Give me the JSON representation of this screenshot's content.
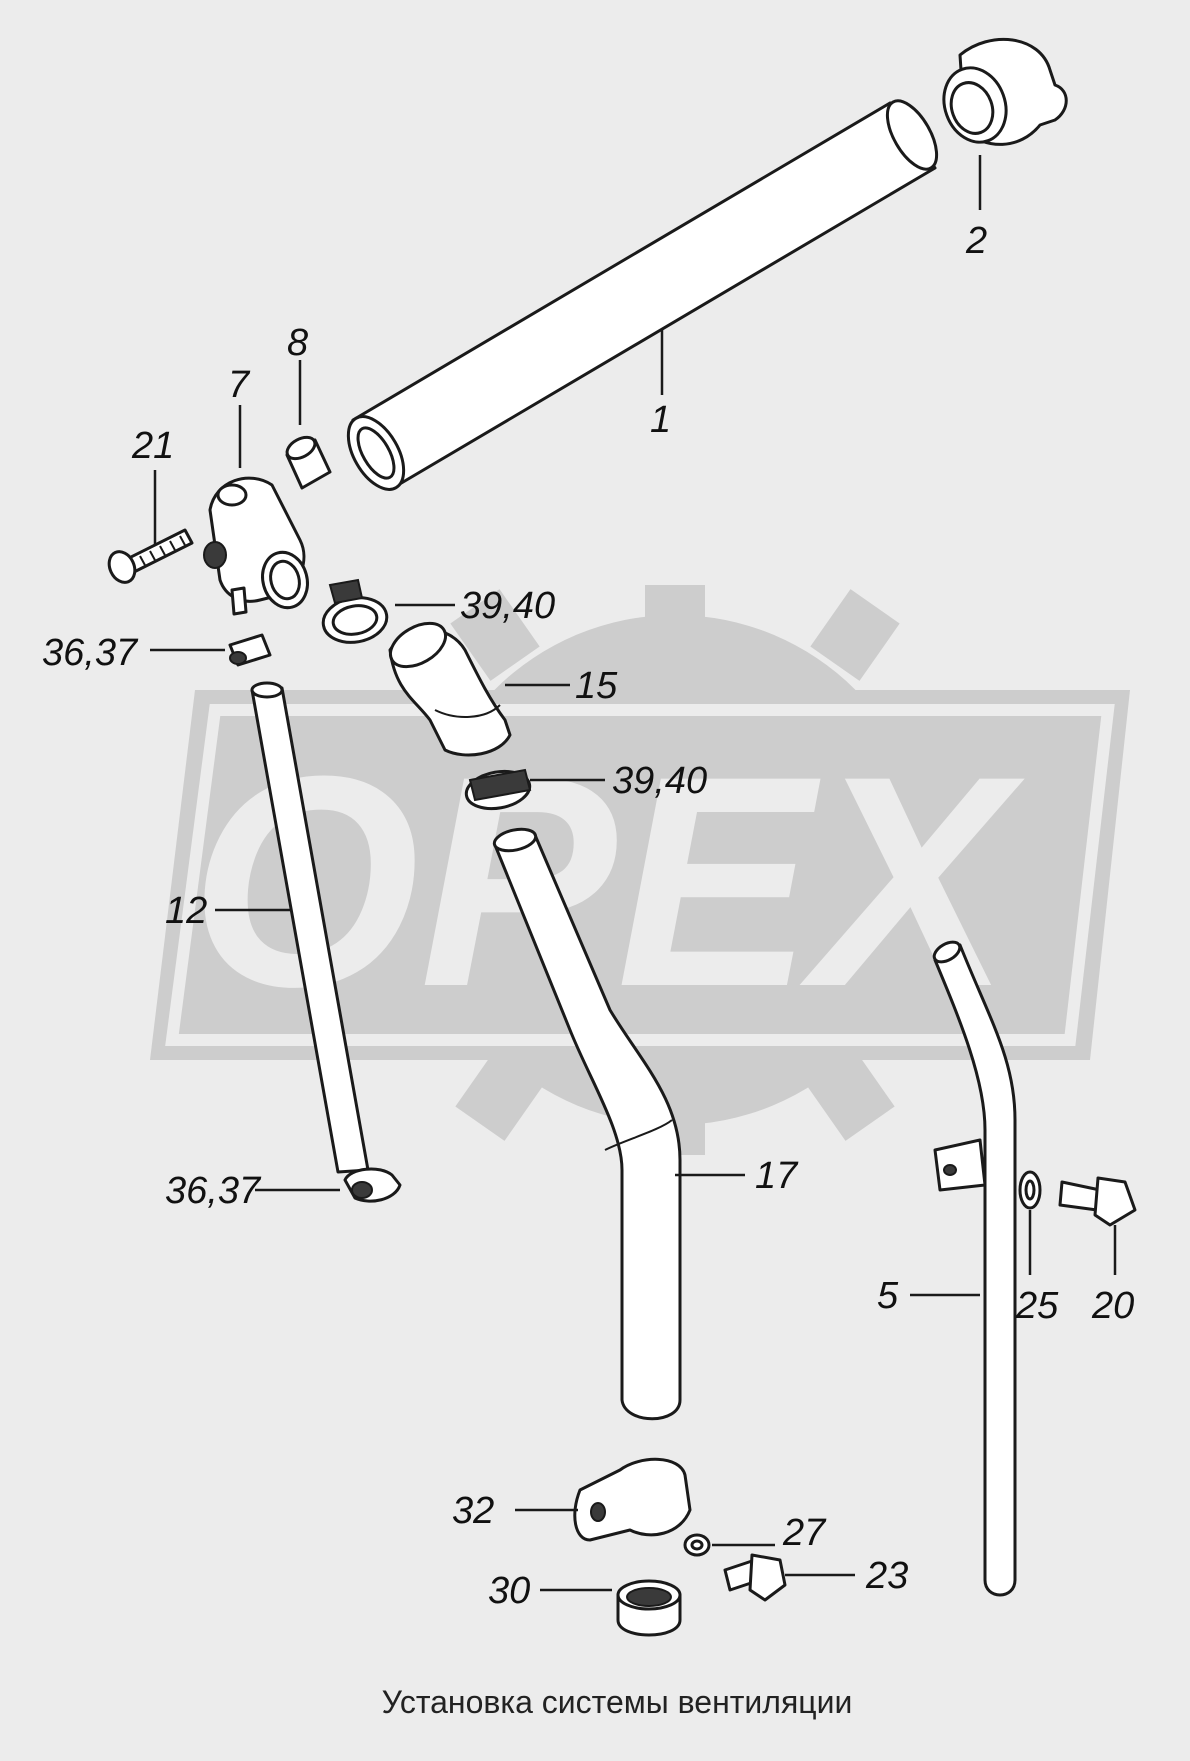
{
  "watermark": {
    "text": "OPEX"
  },
  "caption": "Установка системы вентиляции",
  "labels": {
    "p1": "1",
    "p2": "2",
    "p5": "5",
    "p7": "7",
    "p8": "8",
    "p12": "12",
    "p15": "15",
    "p17": "17",
    "p20": "20",
    "p21": "21",
    "p23": "23",
    "p25": "25",
    "p27": "27",
    "p30": "30",
    "p32": "32",
    "p36_37_top": "36,37",
    "p36_37_bottom": "36,37",
    "p39_40_top": "39,40",
    "p39_40_bottom": "39,40"
  },
  "colors": {
    "background": "#ececec",
    "watermark": "#c9c9c9",
    "ink": "#1a1a1a"
  }
}
